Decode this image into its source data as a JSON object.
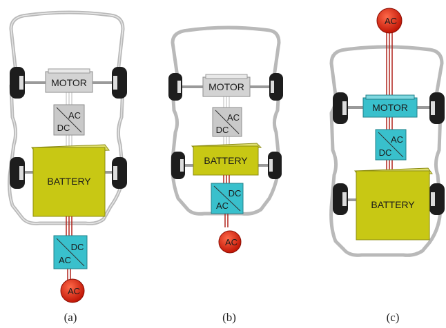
{
  "diagrams": [
    {
      "caption": "(a)",
      "motor": {
        "label": "MOTOR",
        "color": "#d3d3d3"
      },
      "inverter": {
        "top": "AC",
        "bottom": "DC",
        "color": "#c9c9c9"
      },
      "battery": {
        "label": "BATTERY",
        "color": "#c8c814"
      },
      "charger": {
        "top": "DC",
        "bottom": "AC",
        "color": "#39c0cc"
      },
      "plug": {
        "label": "AC",
        "color": "#d81e08"
      }
    },
    {
      "caption": "(b)",
      "motor": {
        "label": "MOTOR",
        "color": "#d3d3d3"
      },
      "inverter": {
        "top": "AC",
        "bottom": "DC",
        "color": "#c9c9c9"
      },
      "battery": {
        "label": "BATTERY",
        "color": "#c8c814"
      },
      "charger": {
        "top": "DC",
        "bottom": "AC",
        "color": "#39c0cc"
      },
      "plug": {
        "label": "AC",
        "color": "#d81e08"
      }
    },
    {
      "caption": "(c)",
      "motor": {
        "label": "MOTOR",
        "color": "#39c0cc"
      },
      "inverter": {
        "top": "AC",
        "bottom": "DC",
        "color": "#39c0cc"
      },
      "battery": {
        "label": "BATTERY",
        "color": "#c8c814"
      },
      "plug": {
        "label": "AC",
        "color": "#d81e08"
      }
    }
  ],
  "colors": {
    "frame": "#b9b9b9",
    "tire": "#1d1d1d",
    "hub": "#dcdcdc",
    "cable": "#b0221a",
    "dc_wire": "#d8d8d8"
  }
}
